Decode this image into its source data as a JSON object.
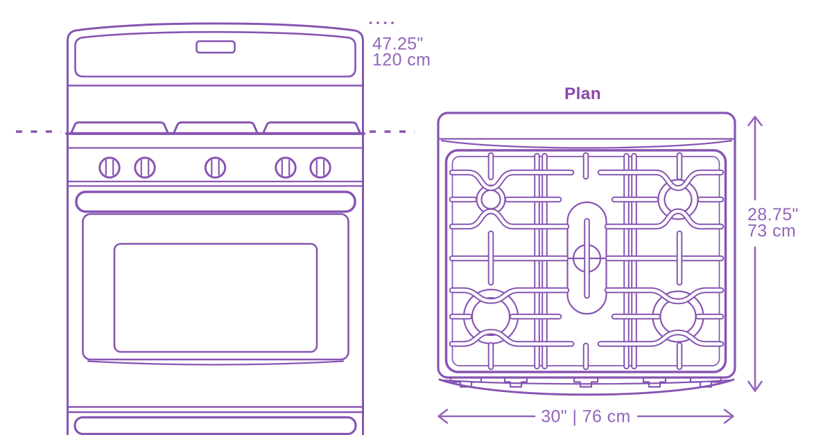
{
  "colors": {
    "line": "#8655b2",
    "dim": "#9365bb",
    "title": "#8c47ae",
    "bg": "#ffffff"
  },
  "plan_view": {
    "title": "Plan"
  },
  "dimensions": {
    "height": {
      "inches": "47.25\"",
      "centimeters": "120 cm"
    },
    "depth": {
      "inches": "28.75\"",
      "centimeters": "73 cm"
    },
    "width": {
      "label": "30\" | 76 cm"
    }
  }
}
